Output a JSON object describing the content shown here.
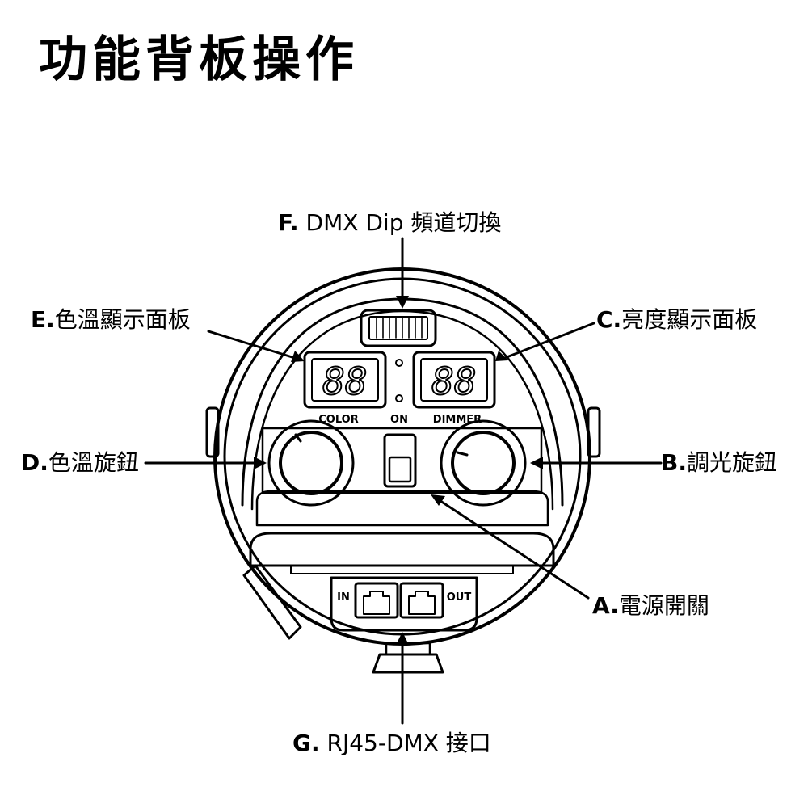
{
  "title": "功能背板操作",
  "labels": {
    "F": {
      "letter": "F.",
      "text": " DMX Dip 頻道切換"
    },
    "E": {
      "letter": "E.",
      "text": "色溫顯示面板"
    },
    "C": {
      "letter": "C.",
      "text": "亮度顯示面板"
    },
    "D": {
      "letter": "D.",
      "text": "色溫旋鈕"
    },
    "B": {
      "letter": "B.",
      "text": "調光旋鈕"
    },
    "A": {
      "letter": "A.",
      "text": "電源開關"
    },
    "G": {
      "letter": "G.",
      "text": " RJ45-DMX 接口"
    }
  },
  "device": {
    "left_display": "88",
    "right_display": "88",
    "color_label": "COLOR",
    "on_label": "ON",
    "dimmer_label": "DIMMER",
    "in_label": "IN",
    "out_label": "OUT"
  }
}
